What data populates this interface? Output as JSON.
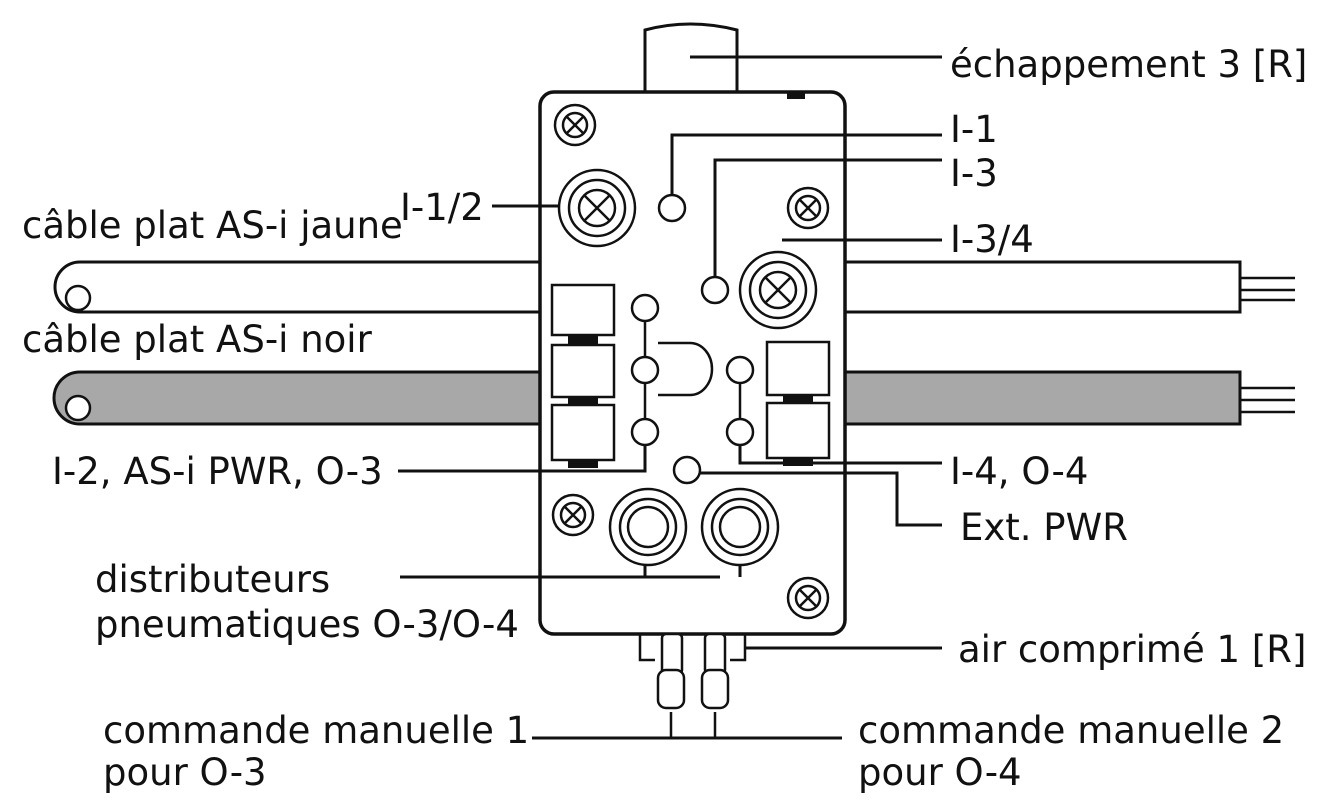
{
  "labels": {
    "exhaust": "échappement 3 [R]",
    "i1": "I-1",
    "i3": "I-3",
    "i12": "I-1/2",
    "i34": "I-3/4",
    "cable_yellow": "câble plat AS-i jaune",
    "cable_black": "câble plat AS-i noir",
    "i2_pwr_o3": "I-2, AS-i PWR, O-3",
    "i4_o4": "I-4, O-4",
    "ext_pwr": "Ext. PWR",
    "valves_line1": "distributeurs",
    "valves_line2": "pneumatiques O-3/O-4",
    "air": "air comprimé 1 [R]",
    "manual1_line1": "commande manuelle 1",
    "manual1_line2": "pour O-3",
    "manual2_line1": "commande manuelle 2",
    "manual2_line2": "pour O-4"
  },
  "colors": {
    "line": "#111111",
    "black_cable_fill": "#a8a8a8",
    "background": "#ffffff"
  }
}
